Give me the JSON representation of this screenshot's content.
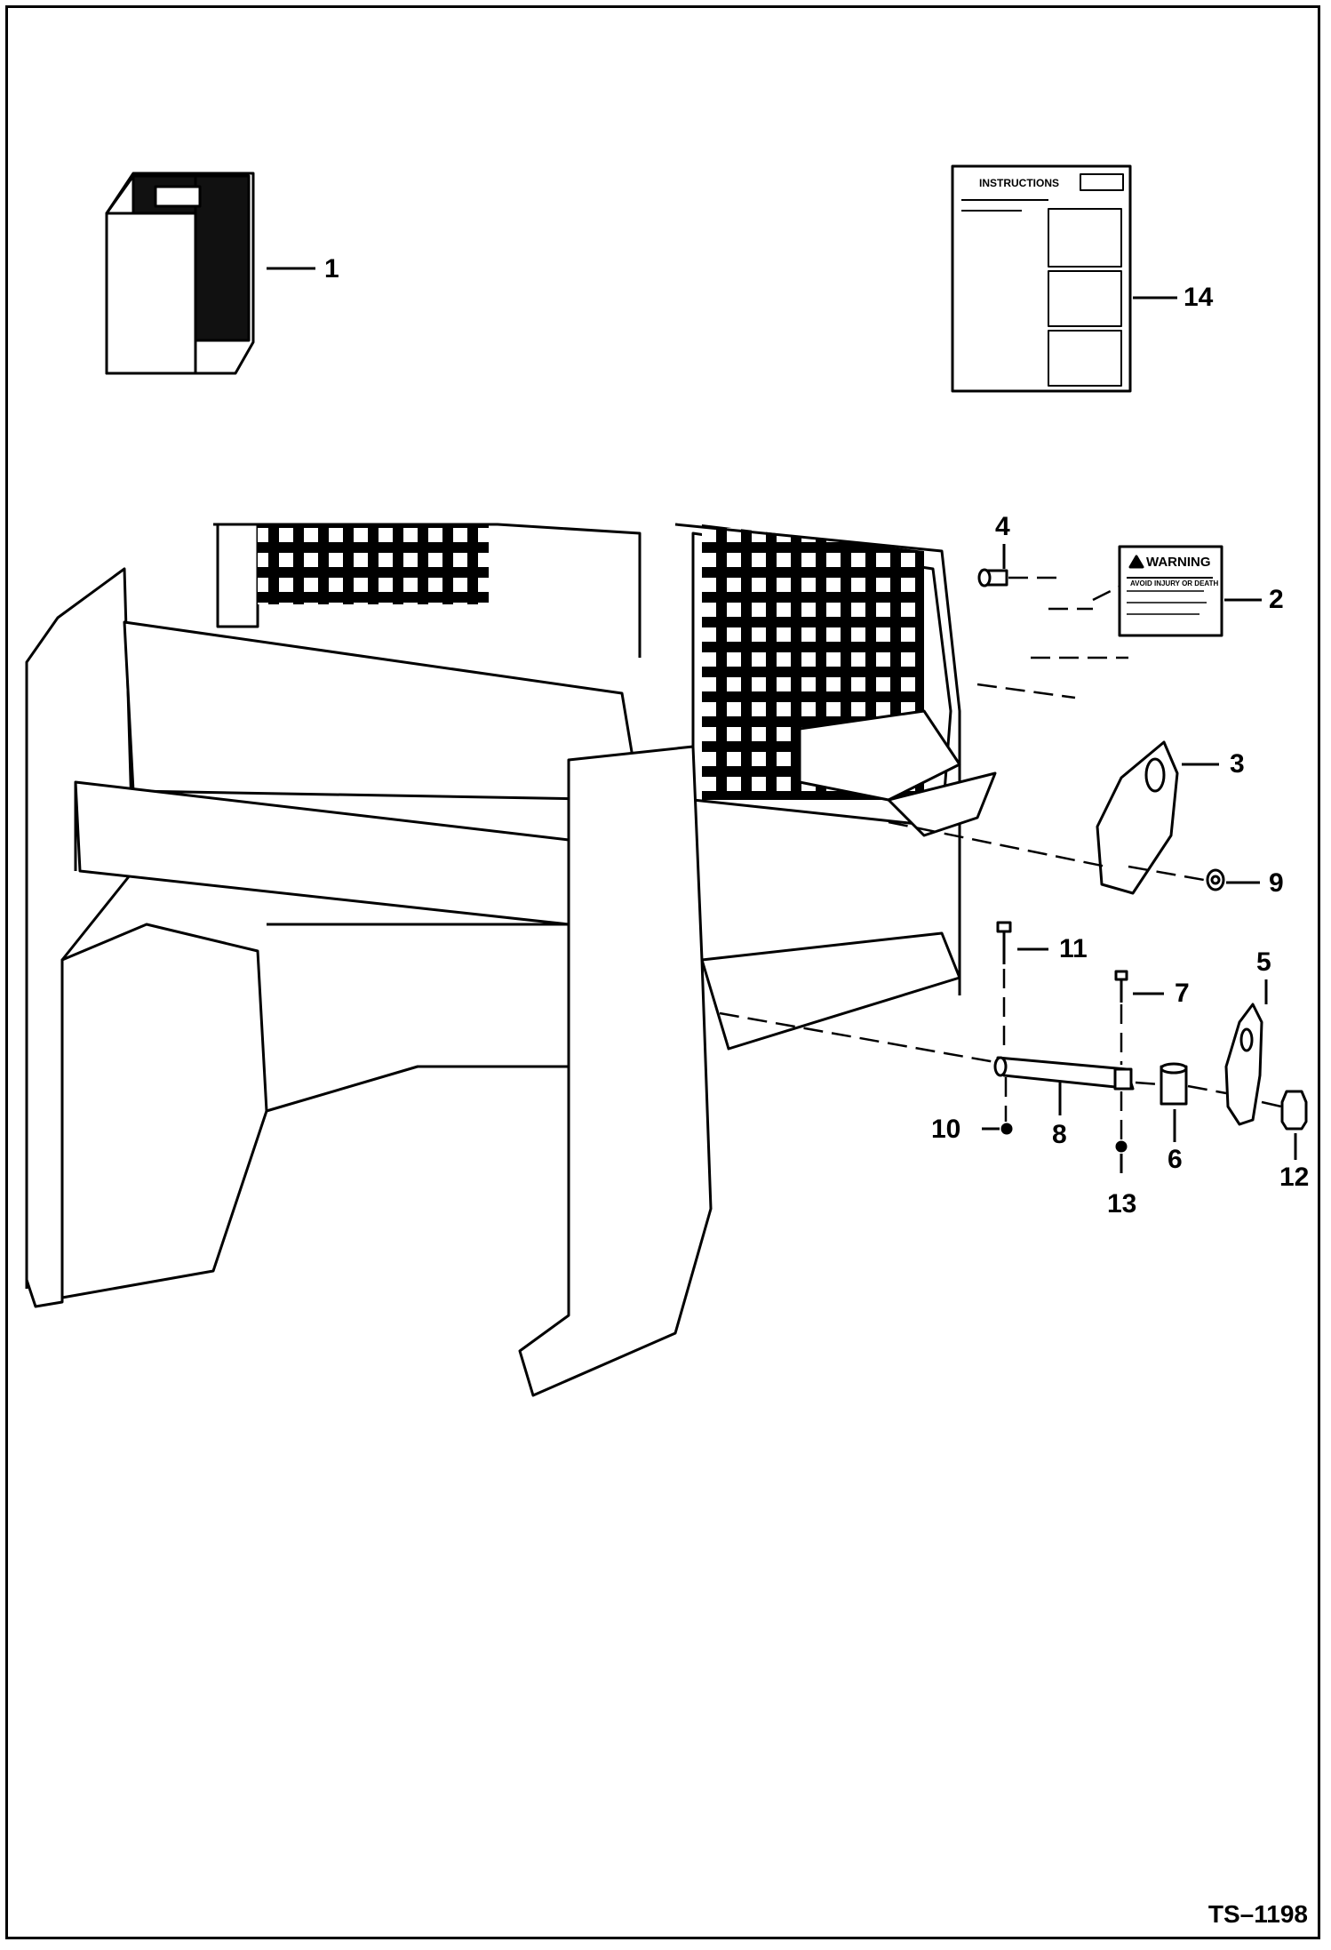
{
  "callouts": [
    "1",
    "14",
    "4",
    "2",
    "3",
    "9",
    "11",
    "7",
    "5",
    "10",
    "8",
    "6",
    "12",
    "13"
  ],
  "instruction_sheet": {
    "header": "INSTRUCTIONS"
  },
  "warning_decal": {
    "header": "WARNING",
    "subhead": "AVOID INJURY OR DEATH"
  },
  "drawing_ref": "TS–1198"
}
